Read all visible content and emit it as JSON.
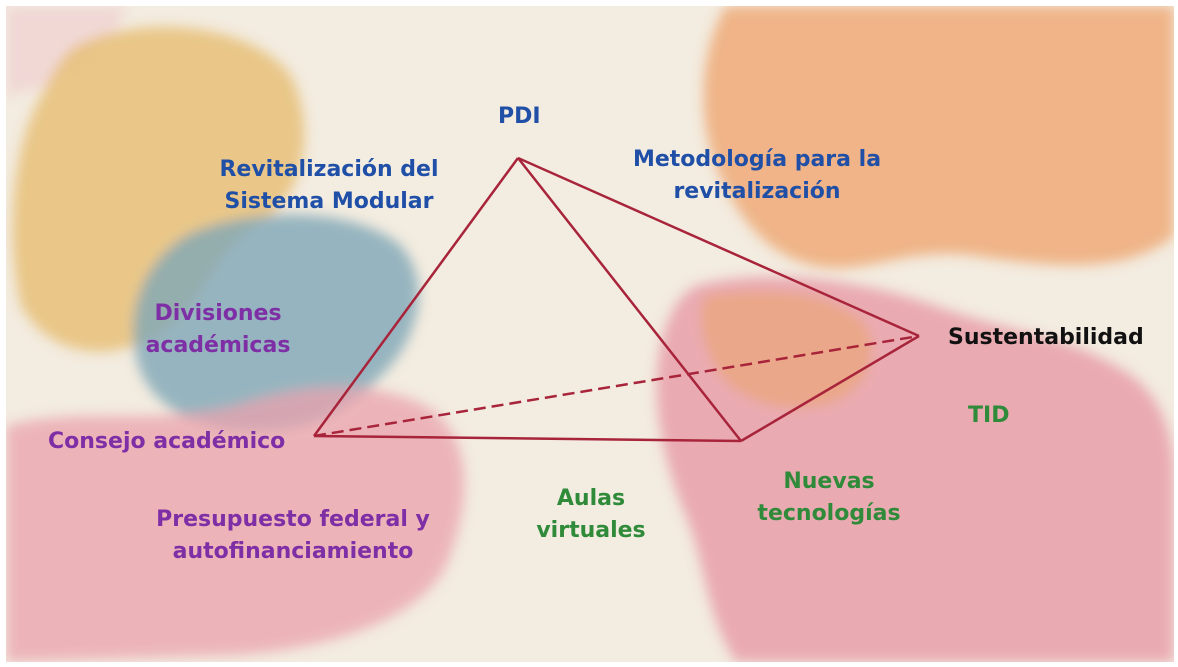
{
  "colors": {
    "background": "#f3ece0",
    "line": "#a8243a",
    "blue": "#1f4fa6",
    "purple": "#7e2fa5",
    "green": "#2f8a3a",
    "black": "#111111",
    "wash_gold": "#e7bf78",
    "wash_teal": "#7ea6b6",
    "wash_orange": "#eeaa78",
    "wash_pink": "#e79aa6"
  },
  "nodes": {
    "pdi": "PDI",
    "sustentabilidad": "Sustentabilidad",
    "consejo": "Consejo académico"
  },
  "labels": {
    "revitalizacion": [
      "Revitalización del",
      "Sistema Modular"
    ],
    "metodologia": [
      "Metodología para la",
      "revitalización"
    ],
    "divisiones": [
      "Divisiones",
      "académicas"
    ],
    "presupuesto": [
      "Presupuesto federal y",
      "autofinanciamiento"
    ],
    "aulas": [
      "Aulas",
      "virtuales"
    ],
    "nuevas": [
      "Nuevas",
      "tecnologías"
    ],
    "tid": "TID"
  }
}
